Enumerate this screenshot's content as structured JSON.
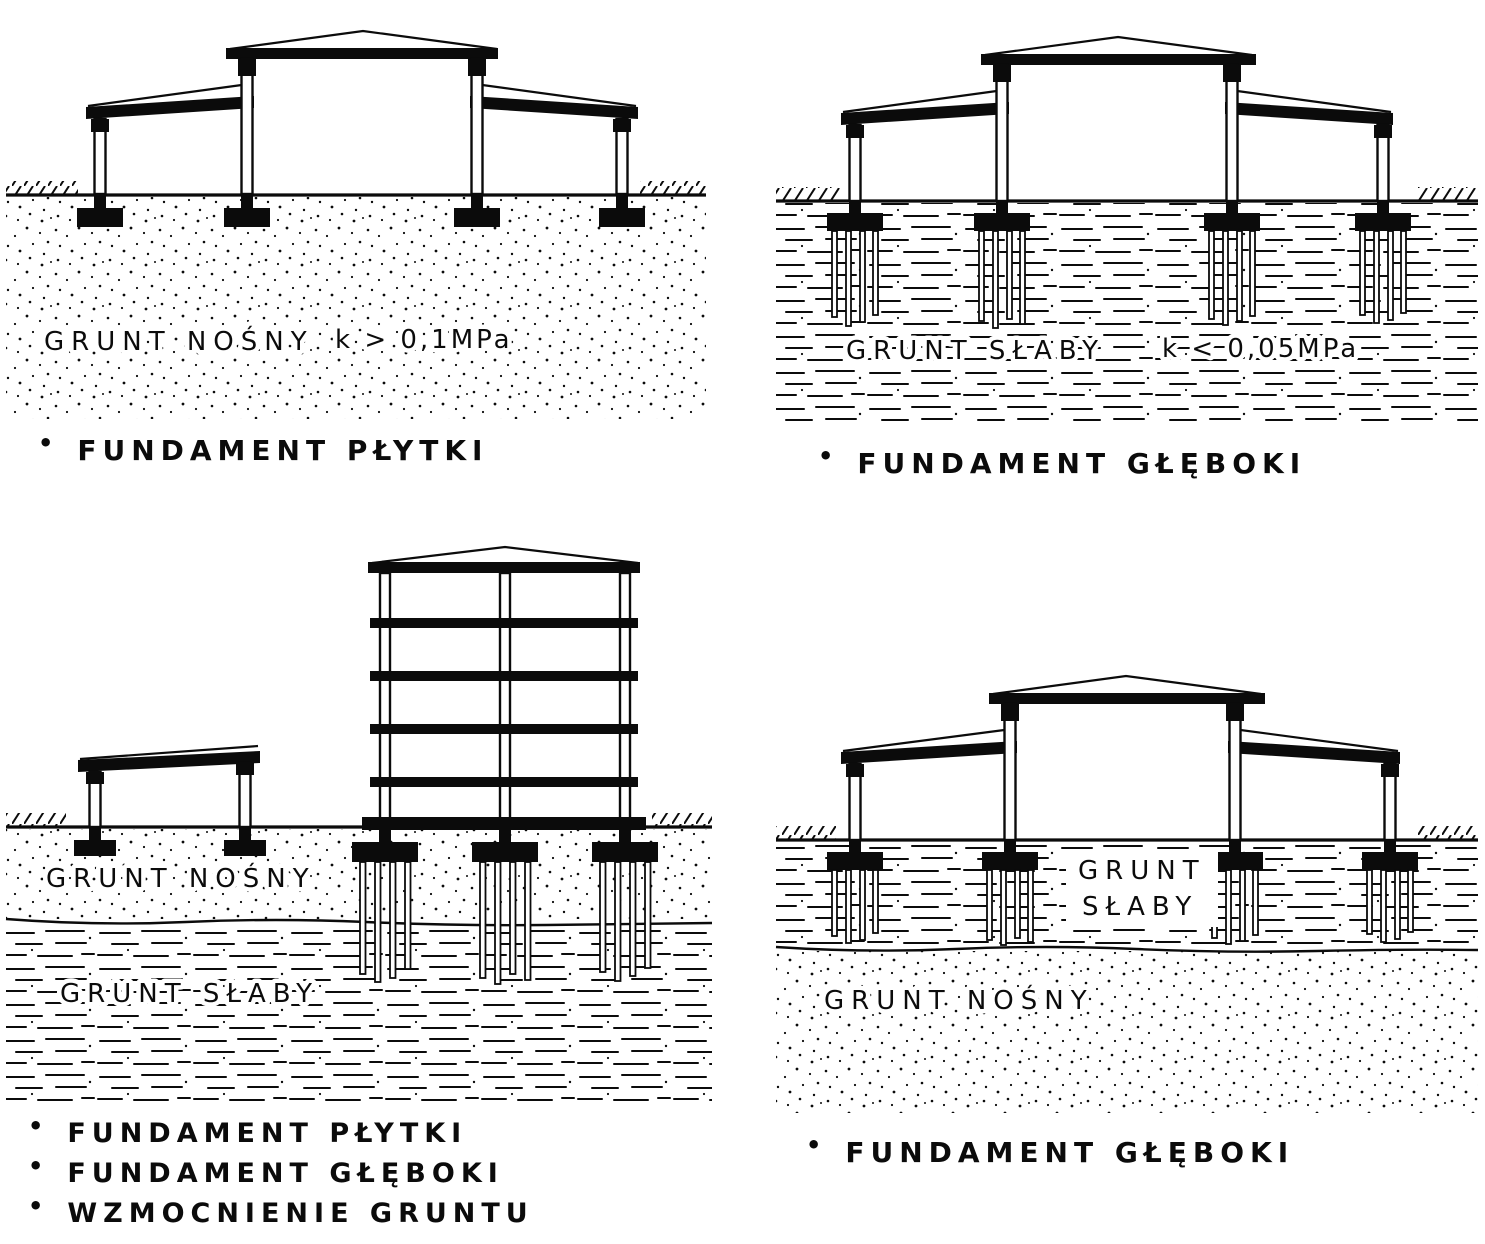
{
  "palette": {
    "ink": "#0b0b0b",
    "paper": "#ffffff"
  },
  "glyphs": {
    "bullet": "•"
  },
  "panels": {
    "top_left": {
      "soil_label": "GRUNT NOŚNY",
      "bearing_value": "k > 0,1MPa",
      "caption": "FUNDAMENT PŁYTKI"
    },
    "top_right": {
      "soil_label": "GRUNT SŁABY",
      "bearing_value": "k < 0,05MPa",
      "caption": "FUNDAMENT GŁĘBOKI"
    },
    "bottom_left": {
      "upper_soil_label": "GRUNT NOŚNY",
      "lower_soil_label": "GRUNT SŁABY",
      "captions": [
        "FUNDAMENT PŁYTKI",
        "FUNDAMENT GŁĘBOKI",
        "WZMOCNIENIE GRUNTU"
      ]
    },
    "bottom_right": {
      "upper_soil_label_line1": "GRUNT",
      "upper_soil_label_line2": "SŁABY",
      "lower_soil_label": "GRUNT NOŚNY",
      "caption": "FUNDAMENT GŁĘBOKI"
    }
  }
}
